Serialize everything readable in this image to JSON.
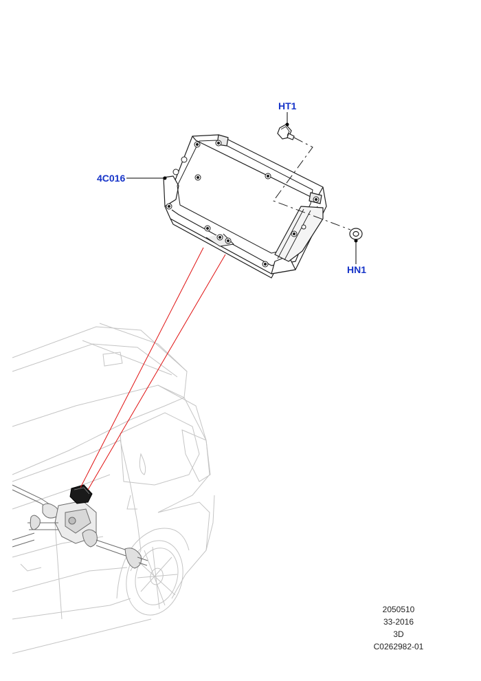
{
  "callouts": {
    "module": "4C016",
    "bolt": "HT1",
    "nut": "HN1"
  },
  "reference": {
    "line1": "2050510",
    "line2": "33-2016",
    "line3": "3D",
    "line4": "C0262982-01"
  },
  "colors": {
    "callout_text": "#1533c8",
    "leader_line": "#000000",
    "locator_line": "#e01010",
    "vehicle_outline": "#b8b8b8",
    "part_outline": "#222222"
  }
}
